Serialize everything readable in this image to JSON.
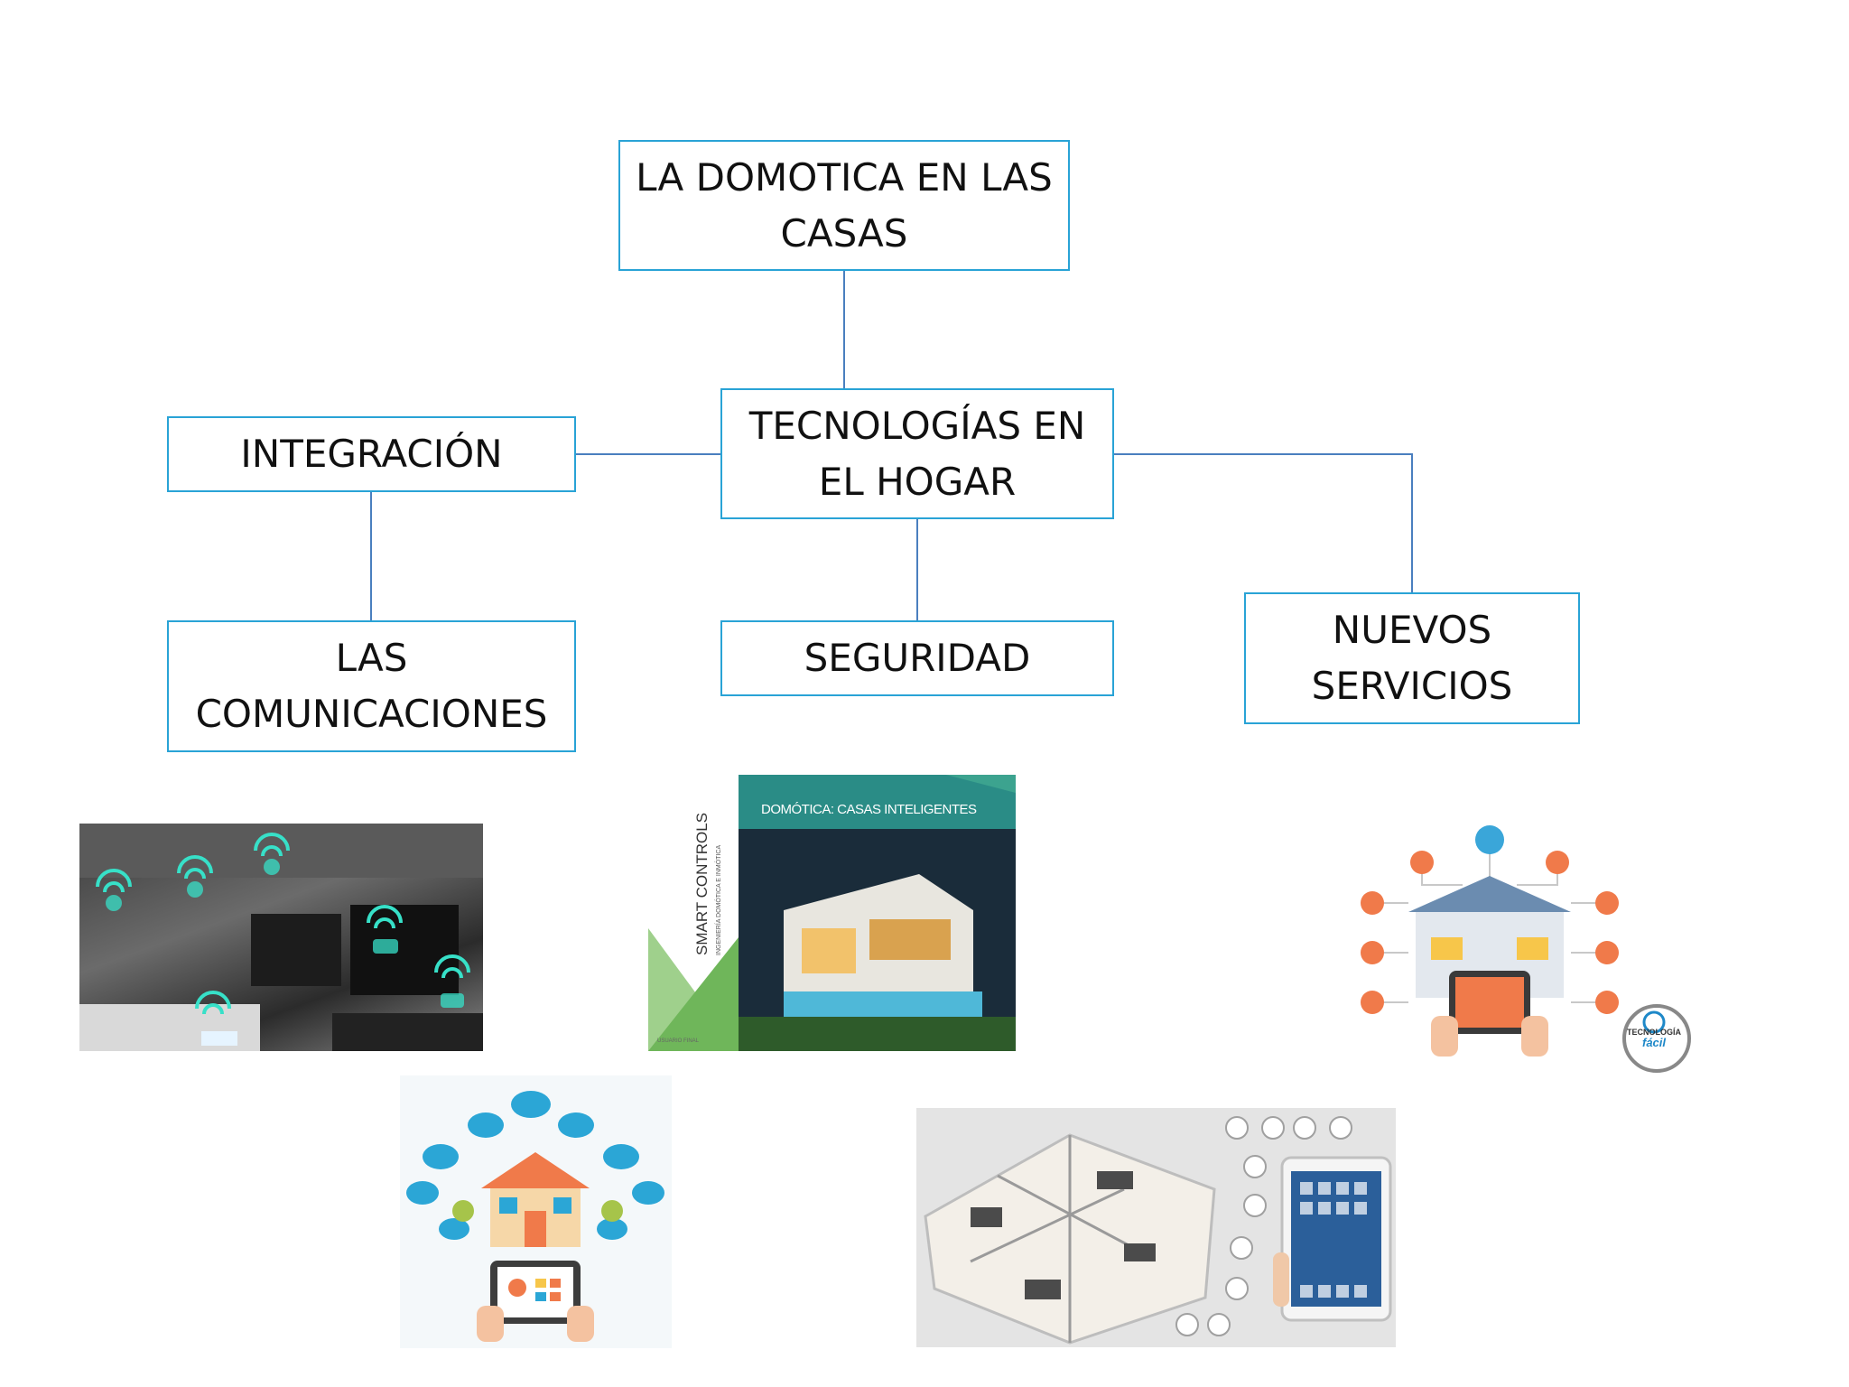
{
  "diagram": {
    "root": {
      "lines": [
        "LA DOMOTICA EN LAS",
        "CASAS"
      ]
    },
    "center": {
      "lines": [
        "TECNOLOGÍAS EN",
        "EL HOGAR"
      ]
    },
    "left": {
      "lines": [
        "INTEGRACIÓN"
      ]
    },
    "left_child": {
      "lines": [
        "LAS",
        "COMUNICACIONES"
      ]
    },
    "bottom": {
      "lines": [
        "SEGURIDAD"
      ]
    },
    "right": {
      "lines": [
        "NUEVOS",
        "SERVICIOS"
      ]
    },
    "edges": [
      [
        "root",
        "center"
      ],
      [
        "center",
        "left"
      ],
      [
        "left",
        "left_child"
      ],
      [
        "center",
        "bottom"
      ],
      [
        "center",
        "right"
      ]
    ]
  },
  "colors": {
    "node_border": "#29a3d6",
    "connector": "#4a7fbf",
    "text": "#111111"
  },
  "pictures": {
    "living_room": {
      "description_icon": "smart-living-room-photo"
    },
    "book_cover": {
      "title": "DOMÓTICA: CASAS INTELIGENTES",
      "side_title": "SMART CONTROLS",
      "side_subtitle": "INGENIERÍA DOMÓTICA E INMÓTICA"
    },
    "service_icons": {
      "badge_line1": "TECNOLOGÍA",
      "badge_line2": "fácil"
    },
    "cloud_house": {
      "description_icon": "cloud-connected-house-illustration"
    },
    "floor_plan": {
      "description_icon": "floor-plan-with-tablet-photo"
    }
  }
}
